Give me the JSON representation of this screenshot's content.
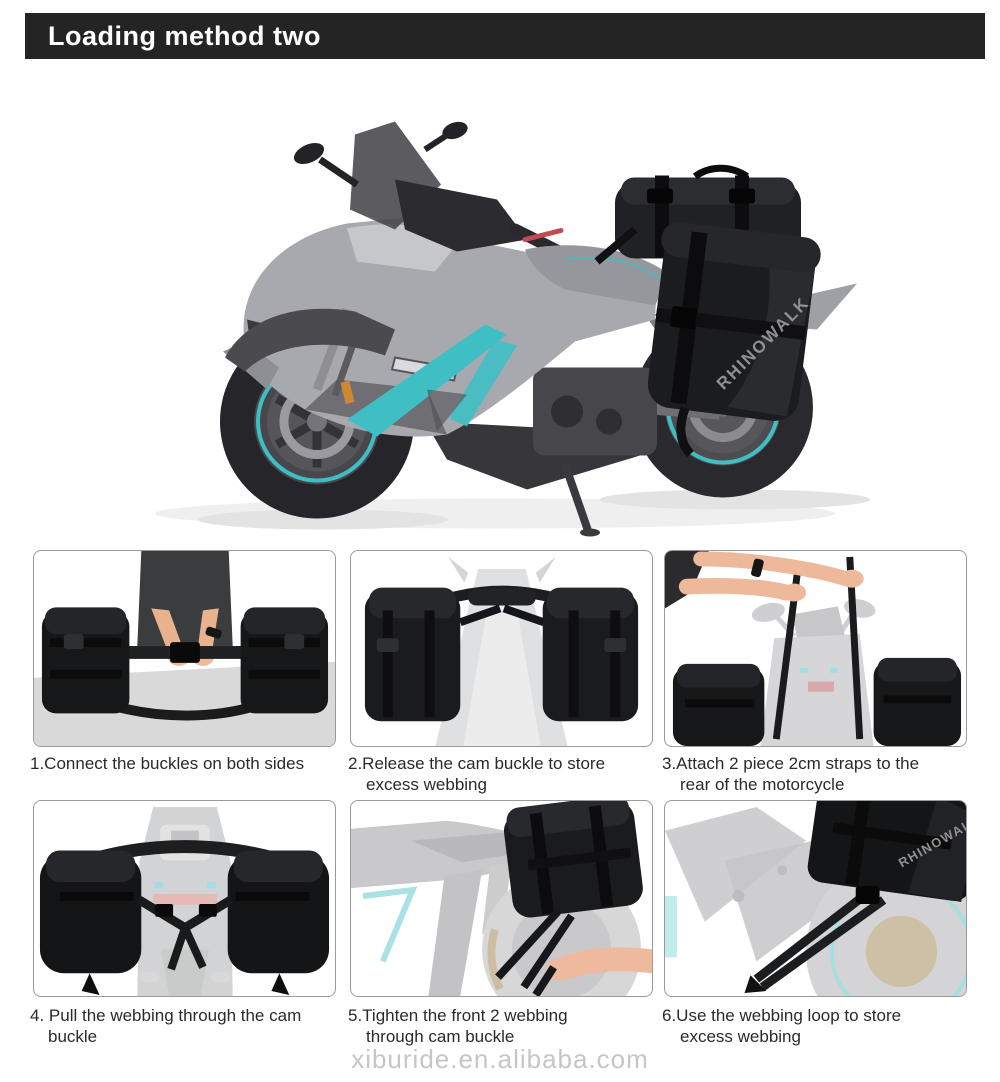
{
  "header": {
    "title": "Loading method two",
    "bg_color": "#242424",
    "text_color": "#ffffff"
  },
  "brand": {
    "label": "RHINOWALK"
  },
  "colors": {
    "accent_teal": "#3fbfc4",
    "bag_black": "#17181a",
    "faded_bike_gray": "#d2d3d4",
    "caption_text": "#2a2a2a",
    "cell_border_gray": "#9a9a9a",
    "watermark_gray": "#c6c6c6"
  },
  "steps": [
    {
      "caption": "1.Connect the buckles on both sides"
    },
    {
      "caption": "2.Release the cam buckle to store\nexcess webbing"
    },
    {
      "caption": "3.Attach 2 piece 2cm straps to the\nrear of the motorcycle"
    },
    {
      "caption": "4. Pull the webbing through the cam\nbuckle"
    },
    {
      "caption": "5.Tighten the front 2 webbing\nthrough cam buckle"
    },
    {
      "caption": "6.Use the webbing loop to store\nexcess webbing"
    }
  ],
  "footer": {
    "watermark": "xiburide.en.alibaba.com"
  }
}
